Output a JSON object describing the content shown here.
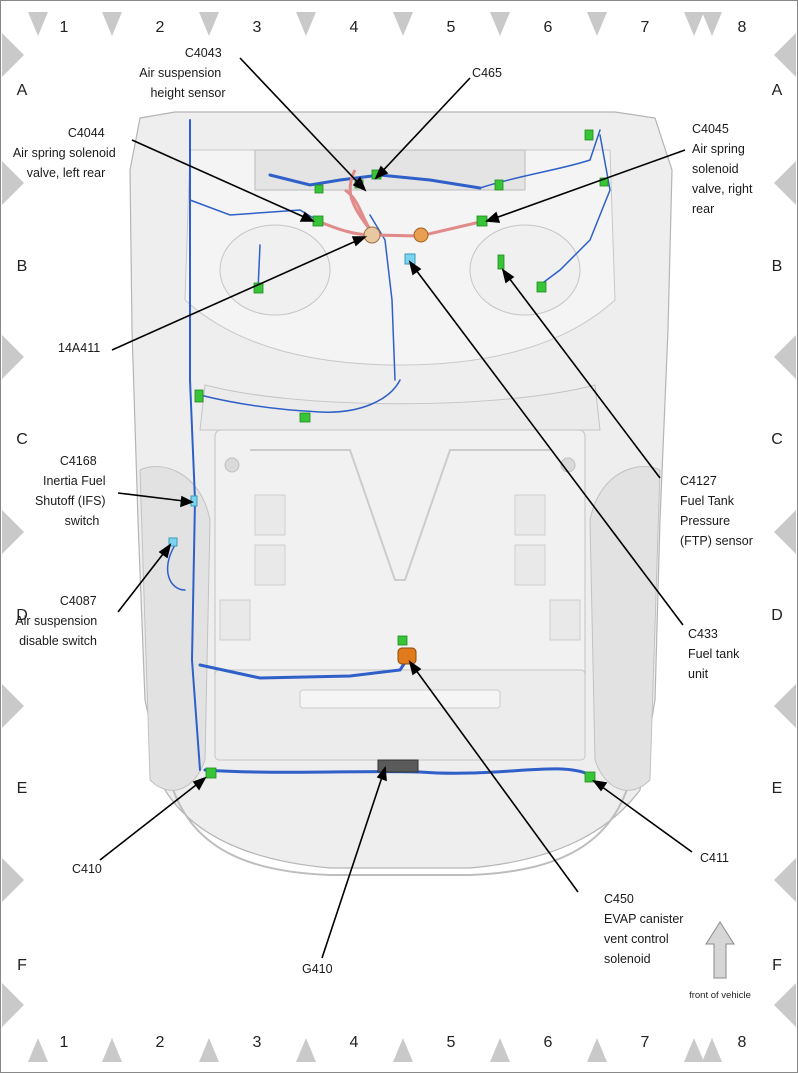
{
  "grid": {
    "columns": [
      "1",
      "2",
      "3",
      "4",
      "5",
      "6",
      "7",
      "8"
    ],
    "rows": [
      "A",
      "B",
      "C",
      "D",
      "E",
      "F"
    ]
  },
  "callouts": [
    {
      "id": "c4043",
      "lines": [
        "C4043",
        "Air suspension",
        "height sensor"
      ]
    },
    {
      "id": "c465",
      "lines": [
        "C465"
      ]
    },
    {
      "id": "c4044",
      "lines": [
        "C4044",
        "Air spring solenoid",
        "valve, left rear"
      ]
    },
    {
      "id": "c4045",
      "lines": [
        "C4045",
        "Air spring",
        "solenoid",
        "valve, right",
        "rear"
      ]
    },
    {
      "id": "14a411",
      "lines": [
        "14A411"
      ]
    },
    {
      "id": "c4168",
      "lines": [
        "C4168",
        "Inertia Fuel",
        "Shutoff (IFS)",
        "switch"
      ]
    },
    {
      "id": "c4127",
      "lines": [
        "C4127",
        "Fuel Tank",
        "Pressure",
        "(FTP) sensor"
      ]
    },
    {
      "id": "c4087",
      "lines": [
        "C4087",
        "Air suspension",
        "disable switch"
      ]
    },
    {
      "id": "c433",
      "lines": [
        "C433",
        "Fuel tank",
        "unit"
      ]
    },
    {
      "id": "c410",
      "lines": [
        "C410"
      ]
    },
    {
      "id": "c411",
      "lines": [
        "C411"
      ]
    },
    {
      "id": "c450",
      "lines": [
        "C450",
        "EVAP canister",
        "vent control",
        "solenoid"
      ]
    },
    {
      "id": "g410",
      "lines": [
        "G410"
      ]
    }
  ],
  "orientation": {
    "label": "front of vehicle",
    "icon": "up-arrow-icon"
  },
  "colors": {
    "wire": "#2f5fc8",
    "connector": "#37c437",
    "hose": "#e08a8a",
    "tank_unit": "#e07a1a",
    "sensor": "#7ad6f0",
    "body": "#ececec"
  }
}
